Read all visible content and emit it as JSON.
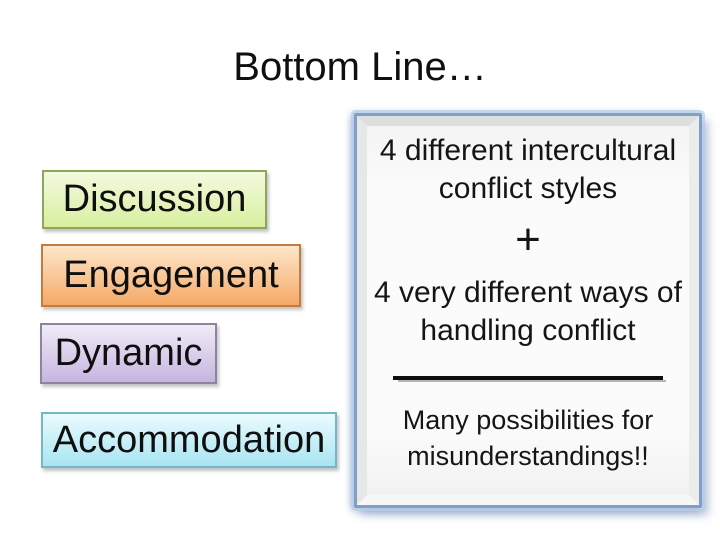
{
  "slide": {
    "title": "Bottom Line…",
    "background_color": "#ffffff",
    "text_color": "#111111",
    "style_boxes": [
      {
        "label": "Discussion",
        "bg_top": "#f3fadf",
        "bg_bottom": "#d8efa0",
        "border": "#90a55a"
      },
      {
        "label": "Engagement",
        "bg_top": "#fde7cb",
        "bg_bottom": "#f4a966",
        "border": "#c07c42"
      },
      {
        "label": "Dynamic",
        "bg_top": "#f0ebf7",
        "bg_bottom": "#c6b5e0",
        "border": "#8d84a0"
      },
      {
        "label": "Accommodation",
        "bg_top": "#eafbfe",
        "bg_bottom": "#a9e4f2",
        "border": "#73b8ca"
      }
    ],
    "summary_panel": {
      "border_color": "#7f9fc9",
      "para1_line1": "4 different intercultural",
      "para1_line2": "conflict styles",
      "plus_sign": "+",
      "para2_line1": "4 very different ways of",
      "para2_line2": "handling conflict",
      "para3_line1": "Many possibilities for",
      "para3_line2": "misunderstandings!!"
    }
  }
}
